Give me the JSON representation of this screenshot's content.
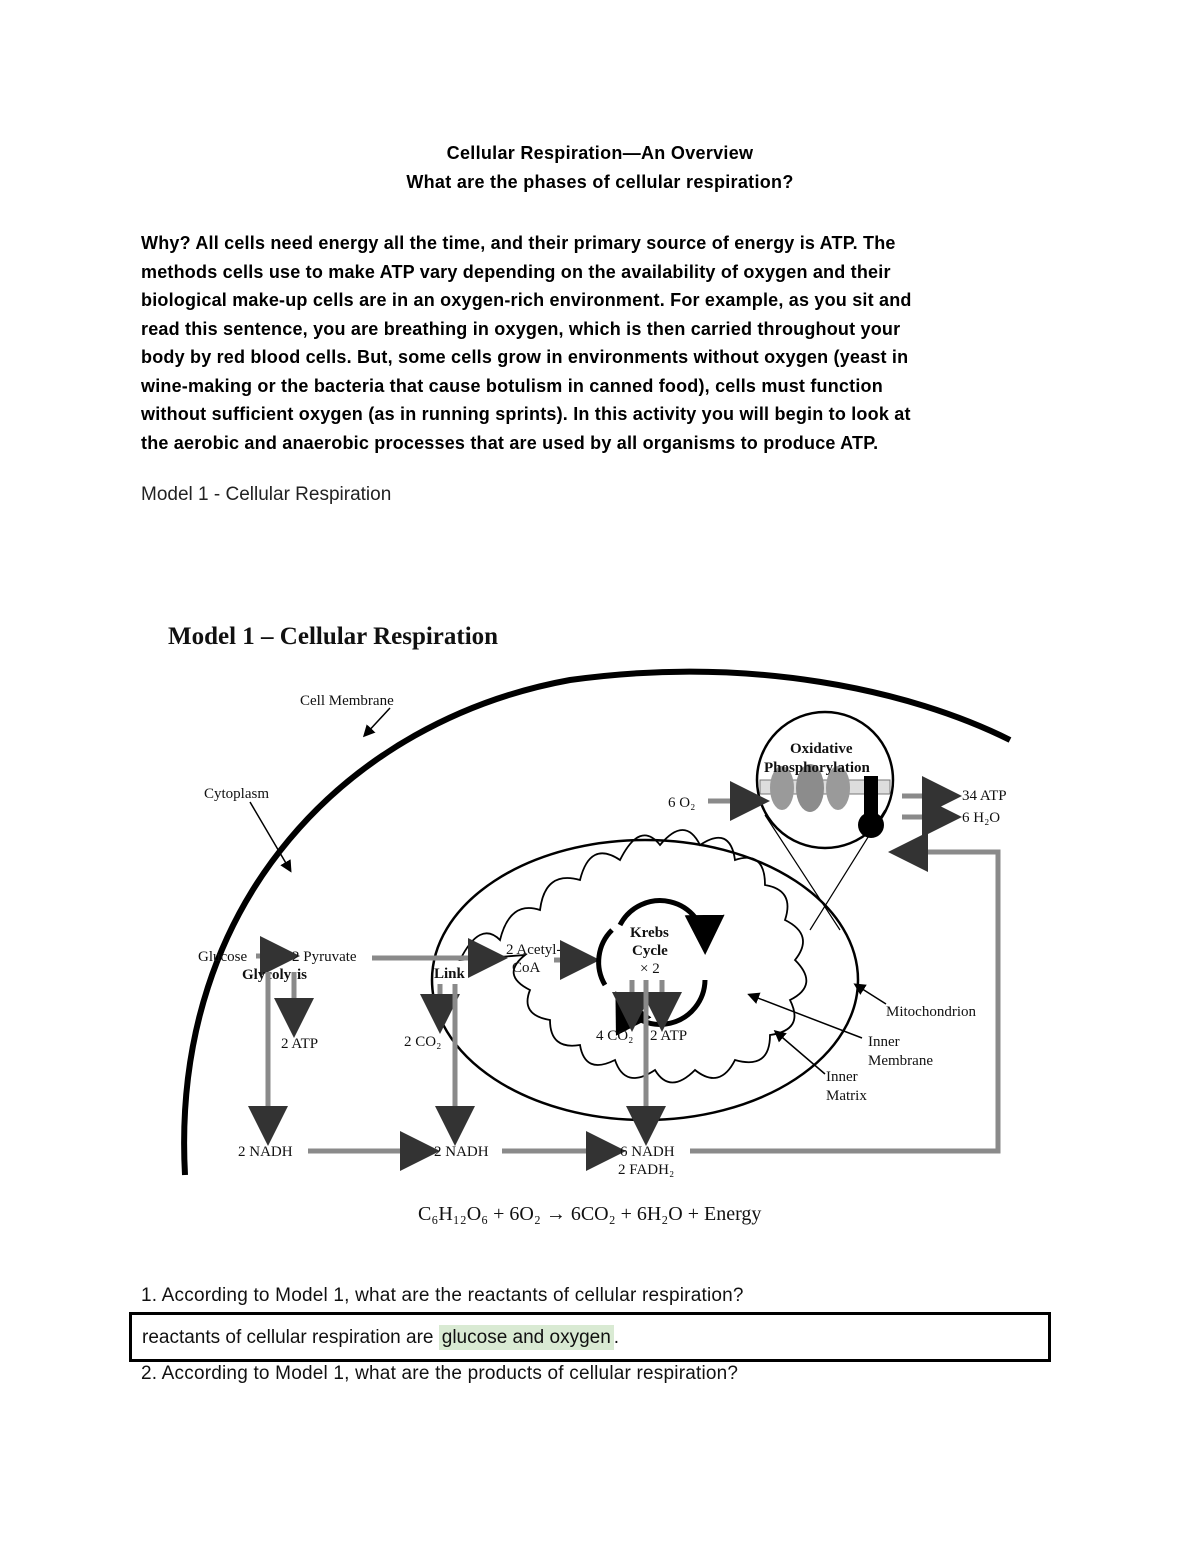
{
  "header": {
    "title": "Cellular Respiration—An Overview",
    "subtitle": "What are the phases of cellular respiration?"
  },
  "intro": {
    "lines": [
      "Why? All cells need energy all the time, and their primary source of energy is ATP. The",
      "methods cells use to make ATP vary depending on the availability of oxygen and their",
      "biological make-up cells are in an oxygen-rich environment. For example, as you sit and",
      "read this sentence, you are breathing in oxygen, which is then carried throughout your",
      "body by red blood cells. But, some cells grow in environments without oxygen (yeast in",
      "wine-making or the bacteria that cause botulism in canned food), cells must function",
      "without sufficient oxygen (as in running sprints). In this activity you will begin to look at",
      "the aerobic and anaerobic processes that are used by all organisms to produce ATP."
    ]
  },
  "model_caption": "Model 1 - Cellular Respiration",
  "diagram": {
    "title": "Model 1 – Cellular Respiration",
    "cell_membrane": "Cell Membrane",
    "cytoplasm": "Cytoplasm",
    "oxidative_1": "Oxidative",
    "oxidative_2": "Phosphorylation",
    "o2_in": "6 O₂",
    "atp_out": "34 ATP",
    "h2o_out": "6 H₂O",
    "glucose": "Glucose",
    "pyruvate": "2 Pyruvate",
    "glycolysis": "Glycolysis",
    "link": "Link",
    "acetyl_1": "2 Acetyl-",
    "acetyl_2": "CoA",
    "krebs_1": "Krebs",
    "krebs_2": "Cycle",
    "krebs_3": "× 2",
    "glyco_atp": "2 ATP",
    "link_co2": "2 CO₂",
    "krebs_co2": "4 CO₂",
    "krebs_atp": "2 ATP",
    "mitochondrion": "Mitochondrion",
    "inner_membrane_1": "Inner",
    "inner_membrane_2": "Membrane",
    "inner_matrix_1": "Inner",
    "inner_matrix_2": "Matrix",
    "nadh_1": "2 NADH",
    "nadh_2": "2 NADH",
    "nadh_3": "6 NADH",
    "fadh": "2 FADH₂",
    "equation": "C₆H₁₂O₆ + 6O₂ → 6CO₂ + 6H₂O + Energy"
  },
  "questions": {
    "q1": "1. According to Model 1, what are the reactants of cellular respiration?",
    "q1_answer_prefix": "reactants of cellular respiration are ",
    "q1_answer_highlight": "glucose and oxygen",
    "q1_answer_suffix": ".",
    "q2": "2. According to Model 1, what are the products of cellular respiration?"
  },
  "colors": {
    "highlight": "#d9ead3",
    "arrow_gray": "#8a8a8a"
  }
}
